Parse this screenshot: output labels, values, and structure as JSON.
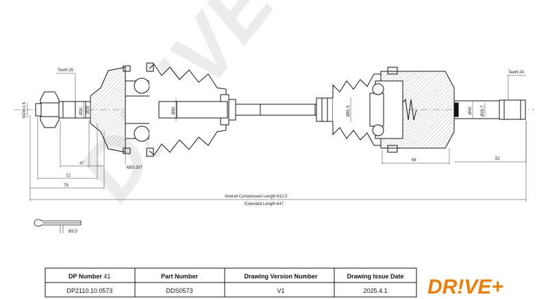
{
  "drawing": {
    "labels": {
      "teeth_left": "Teeth:25",
      "teeth_right": "Teeth:24",
      "thread": "M24x1.5",
      "dia_left_1": "Ø30",
      "dia_left_2": "Ø29",
      "dia_mid": "Ø80",
      "dia_right_1": "Ø81.5",
      "dia_right_2": "Ø40",
      "dia_right_3": "Ø26.7",
      "abs": "ABS:29T",
      "dim_47": "47",
      "dim_72": "72",
      "dim_79": "79",
      "dim_68": "68",
      "dim_62": "62",
      "overall": "Overall Compressed Length:612.5",
      "extended": "Extended Length:647",
      "pin": "Ø3.5"
    },
    "watermark": "DR!VE+"
  },
  "title_block": {
    "headers": [
      "DP Number",
      "Part Number",
      "Drawing Version Number",
      "Drawing Issue Date"
    ],
    "dp_number_suffix": "41",
    "values": [
      "DP2110.10.0573",
      "DDS0573",
      "V1",
      "2025.4.1"
    ]
  },
  "logo": {
    "text_left": "DR",
    "text_bang": "!",
    "text_right": "VE",
    "text_plus": "+",
    "color": "#f07d00"
  }
}
